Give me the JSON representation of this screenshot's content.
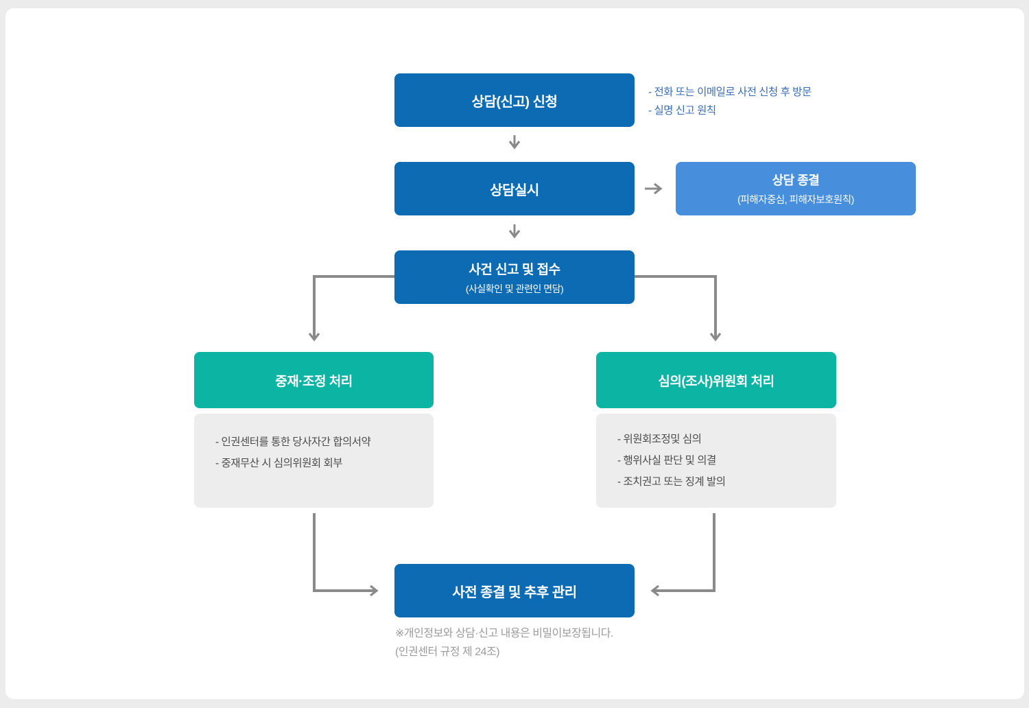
{
  "colors": {
    "primary_blue": "#0d6bb4",
    "light_blue": "#478edc",
    "teal": "#0bb4a3",
    "gray_panel": "#ededed",
    "arrow_gray": "#8a8a8a",
    "note_blue": "#3a6db6",
    "footnote_gray": "#9b9b9b"
  },
  "nodes": {
    "apply": {
      "title": "상담(신고) 신청"
    },
    "apply_notes": [
      "- 전화 또는 이메일로 사전 신청 후 방문",
      "- 실명 신고 원칙"
    ],
    "counsel": {
      "title": "상담실시"
    },
    "counsel_end": {
      "title": "상담 종결",
      "subtitle": "(피해자중심, 피해자보호원칙)"
    },
    "report": {
      "title": "사건 신고 및 접수",
      "subtitle": "(사실확인 및 관련인 면담)"
    },
    "mediation": {
      "title": "중재·조정 처리"
    },
    "mediation_details": [
      "- 인권센터를 통한 당사자간 합의서약",
      "- 중재무산 시 심의위원회 회부"
    ],
    "committee": {
      "title": "심의(조사)위원회 처리"
    },
    "committee_details": [
      "- 위원회조정및 심의",
      "- 행위사실 판단 및 의결",
      "- 조치권고 또는 징계 발의"
    ],
    "closing": {
      "title": "사전 종결 및 추후 관리"
    },
    "footnote": [
      "※개인정보와 상담·신고 내용은 비밀이보장됩니다.",
      "(인권센터 규정 제 24조)"
    ]
  }
}
